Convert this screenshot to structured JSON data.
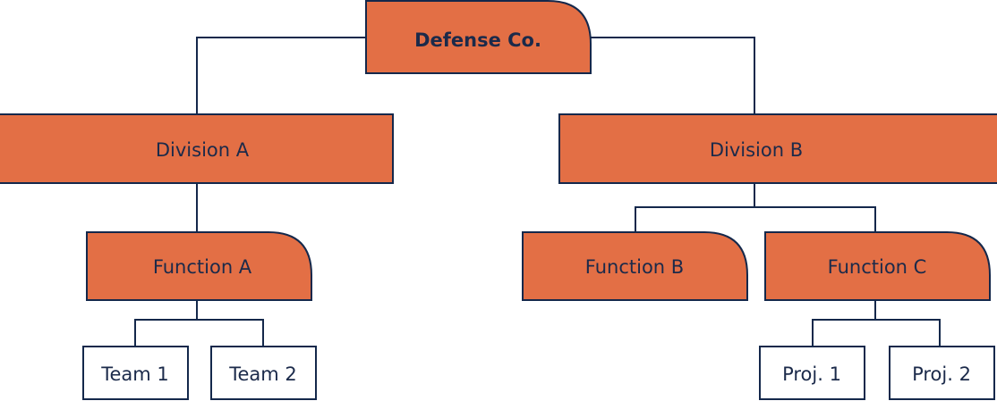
{
  "colors": {
    "fill": "#E36F45",
    "stroke": "#14284B",
    "line": "#14284B",
    "text": "#1B2A4A",
    "background": "#FFFFFF"
  },
  "diagram": {
    "root": {
      "label": "Defense Co."
    },
    "division_a": {
      "label": "Division A"
    },
    "division_b": {
      "label": "Division B"
    },
    "function_a": {
      "label": "Function A"
    },
    "function_b": {
      "label": "Function B"
    },
    "function_c": {
      "label": "Function C"
    },
    "team_1": {
      "label": "Team 1"
    },
    "team_2": {
      "label": "Team 2"
    },
    "proj_1": {
      "label": "Proj. 1"
    },
    "proj_2": {
      "label": "Proj. 2"
    }
  }
}
